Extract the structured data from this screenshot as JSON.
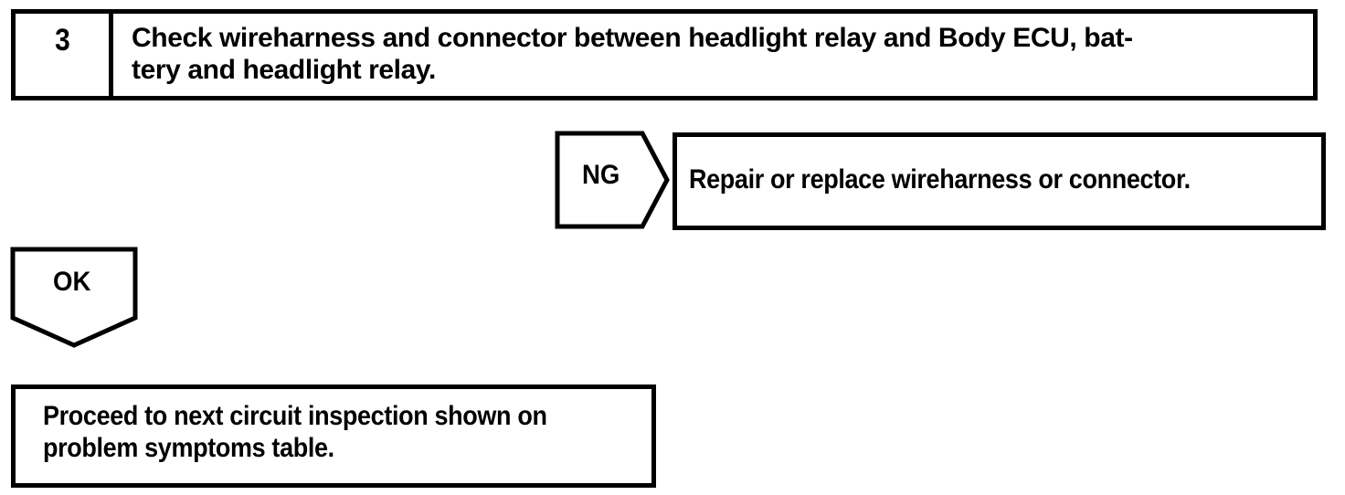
{
  "flowchart": {
    "title": "Headlight relay circuit check step 3",
    "ink_color": "#000000",
    "background_color": "#ffffff",
    "step": {
      "number": "3",
      "instruction": "Check wireharness and connector between headlight relay and Body ECU, bat-\ntery and headlight relay."
    },
    "branches": [
      {
        "label": "NG",
        "shape": "pentagon-right",
        "result": "Repair or replace wireharness or connector."
      },
      {
        "label": "OK",
        "shape": "pentagon-down",
        "result": "Proceed to next circuit inspection shown on\nproblem symptoms table."
      }
    ],
    "ng_label": "NG",
    "ng_result": "Repair or replace wireharness or connector.",
    "ok_label": "OK",
    "ok_result": "Proceed to next circuit inspection shown on\nproblem symptoms table."
  }
}
